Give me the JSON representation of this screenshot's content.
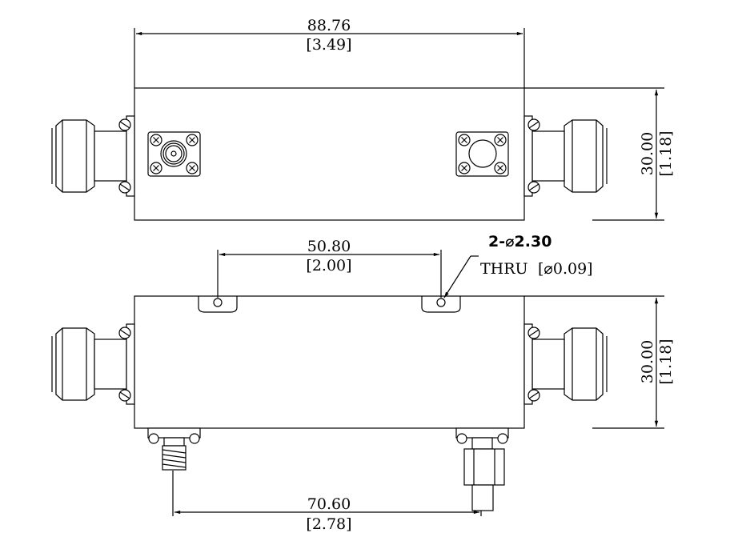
{
  "dimensions": {
    "overall_length": {
      "mm": "88.76",
      "in": "[3.49]"
    },
    "height_top_view": {
      "mm": "30.00",
      "in": "[1.18]"
    },
    "height_bottom_view": {
      "mm": "30.00",
      "in": "[1.18]"
    },
    "mount_hole_spacing": {
      "mm": "50.80",
      "in": "[2.00]"
    },
    "coupled_port_spacing": {
      "mm": "70.60",
      "in": "[2.78]"
    }
  },
  "callout": {
    "hole": "2-⌀2.30",
    "thru": "THRU",
    "hole_in": "[⌀0.09]"
  }
}
